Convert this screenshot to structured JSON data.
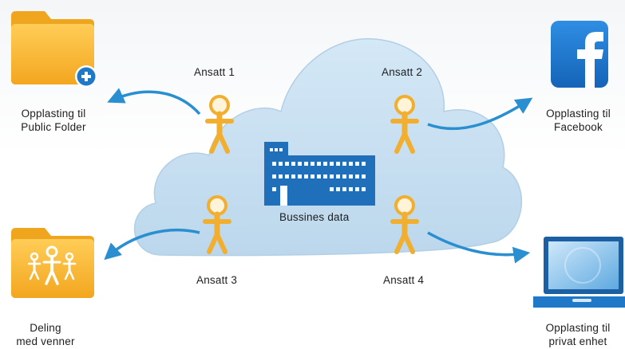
{
  "center": {
    "label": "Bussines data"
  },
  "employees": [
    {
      "label": "Ansatt 1"
    },
    {
      "label": "Ansatt 2"
    },
    {
      "label": "Ansatt 3"
    },
    {
      "label": "Ansatt 4"
    }
  ],
  "destinations": {
    "public_folder": {
      "line1": "Opplasting til",
      "line2": "Public Folder",
      "icon": "folder-plus-icon"
    },
    "facebook": {
      "line1": "Opplasting til",
      "line2": "Facebook",
      "icon": "facebook-icon"
    },
    "share_friends": {
      "line1": "Deling",
      "line2": "med venner",
      "icon": "people-folder-icon"
    },
    "private_device": {
      "line1": "Opplasting til",
      "line2": "privat enhet",
      "icon": "laptop-icon"
    }
  },
  "colors": {
    "cloud": "#c6dff0",
    "arrow": "#2a8fd0",
    "building": "#1f6fba",
    "person": "#f2ae2e",
    "folder": "#f5b533",
    "facebook": "#1d79cf"
  }
}
